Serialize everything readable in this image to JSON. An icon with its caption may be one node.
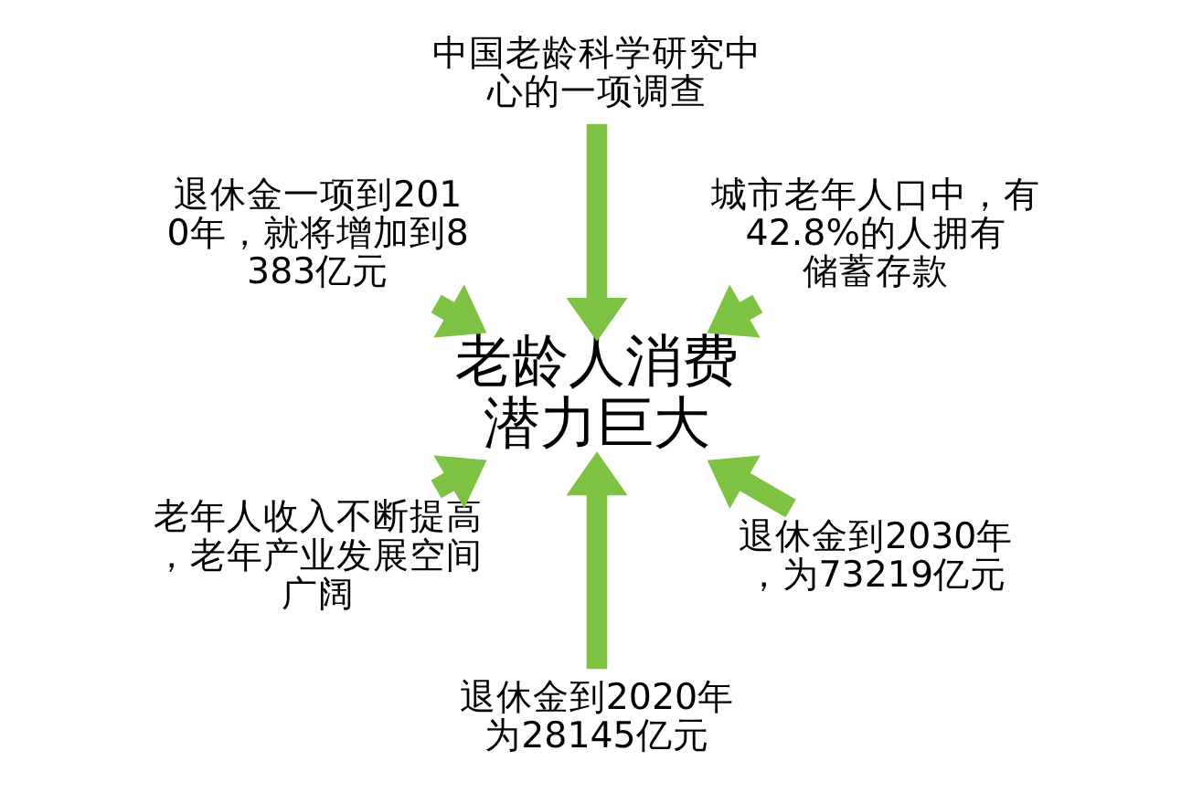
{
  "diagram": {
    "nodes": [
      {
        "text": [
          "城市老年人口中，有42.8%的人拥有储蓄存款"
        ]
      },
      {
        "text": [
          "中国老龄科学研究中心的一项调查"
        ]
      },
      {
        "text": [
          "退休金一项到2010年，就将增加到8383亿元"
        ]
      },
      {
        "text": [
          "老龄人消费潜力巨大"
        ]
      },
      {
        "text": [
          "老年人收入不断提高，老年产业发展空间广阔"
        ]
      },
      {
        "text": [
          "退休金到2020年为28145亿元"
        ]
      },
      {
        "text": [
          "退休金到2030年，为73219亿元"
        ]
      }
    ],
    "edges": [
      {
        "from": 0,
        "to": 3,
        "arrow": "to"
      },
      {
        "from": 2,
        "to": 3,
        "arrow": "to"
      },
      {
        "from": 5,
        "to": 3,
        "arrow": "to"
      },
      {
        "from": 6,
        "to": 3,
        "arrow": "to"
      },
      {
        "from": 4,
        "to": 3,
        "arrow": "to"
      },
      {
        "from": 1,
        "to": 3,
        "arrow": "to"
      }
    ]
  }
}
